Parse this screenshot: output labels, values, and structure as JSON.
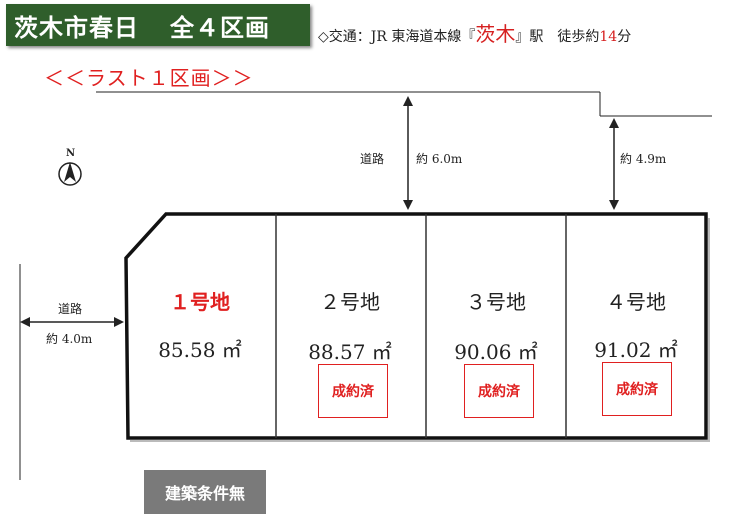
{
  "header": {
    "title": "茨木市春日",
    "lot_count_label": "全４区画",
    "access_prefix": "◇交通：JR 東海道本線『",
    "station": "茨木",
    "access_middle": "』駅　徒歩約",
    "walk_minutes": "14",
    "access_suffix": "分"
  },
  "banner": {
    "last_lot": "＜＜ラスト１区画＞＞"
  },
  "compass": {
    "north": "N"
  },
  "roads": {
    "top_label": "道路",
    "top_width": "約 6.0m",
    "top_right_width": "約 4.9m",
    "left_label": "道路",
    "left_width": "約 4.0m"
  },
  "lots": [
    {
      "number": "１号地",
      "area": "85.58 ㎡",
      "status": ""
    },
    {
      "number": "２号地",
      "area": "88.57 ㎡",
      "status": "成約済"
    },
    {
      "number": "３号地",
      "area": "90.06 ㎡",
      "status": "成約済"
    },
    {
      "number": "４号地",
      "area": "91.02 ㎡",
      "status": "成約済"
    }
  ],
  "conditions": {
    "label": "建築条件無"
  },
  "colors": {
    "title_bg": "#2f5e2b",
    "accent_red": "#e02020",
    "cond_bg": "#7a7a7a"
  }
}
